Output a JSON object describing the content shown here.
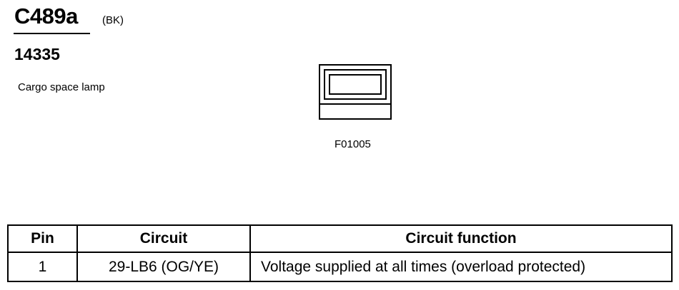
{
  "connector": {
    "id": "C489a",
    "color": "(BK)",
    "part_number": "14335",
    "component": "Cargo space lamp",
    "figure_id": "F01005"
  },
  "table": {
    "headers": [
      "Pin",
      "Circuit",
      "Circuit function"
    ],
    "rows": [
      {
        "pin": "1",
        "circuit": "29-LB6 (OG/YE)",
        "function": "Voltage supplied at all times (overload protected)"
      }
    ]
  }
}
